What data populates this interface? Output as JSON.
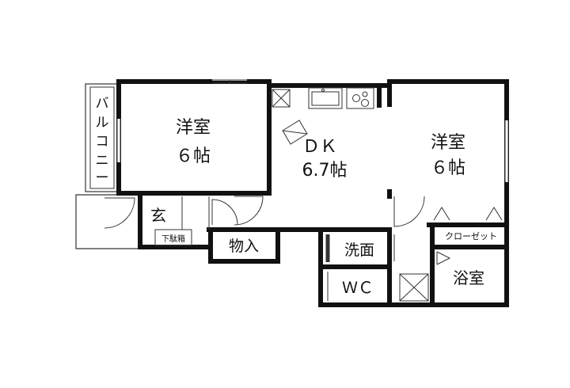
{
  "rooms": {
    "western_left": {
      "name": "洋室",
      "size": "６帖"
    },
    "dk": {
      "name": "ＤＫ",
      "size": "6.7帖"
    },
    "western_right": {
      "name": "洋室",
      "size": "６帖"
    },
    "entrance": "玄",
    "shoe_box": "下駄箱",
    "storage": "物入",
    "washroom": "洗面",
    "wc": "ＷＣ",
    "closet": "クローゼット",
    "bath": "浴室"
  },
  "balcony": [
    "バ",
    "ル",
    "コ",
    "ニ",
    "ー"
  ],
  "fixtures": {
    "sink": "kitchen-sink-icon",
    "stove": "two-burner-stove-icon",
    "refrigerator": "refrigerator-space-icon"
  }
}
